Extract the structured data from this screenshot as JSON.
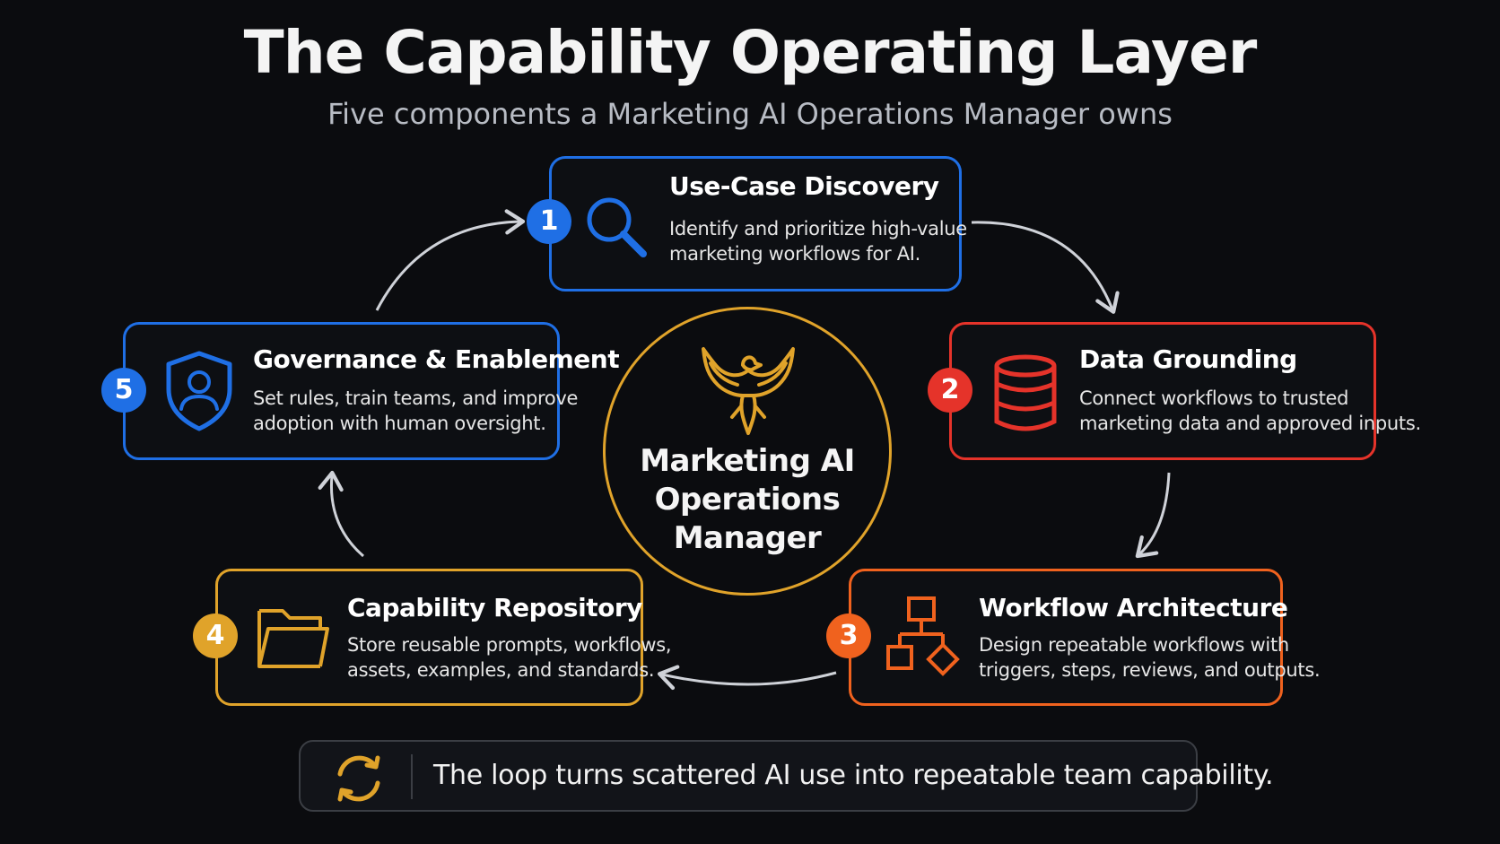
{
  "header": {
    "title": "The Capability Operating Layer",
    "subtitle": "Five components a Marketing AI Operations Manager owns"
  },
  "hub": {
    "icon": "phoenix-bird-icon",
    "lines": [
      "Marketing AI",
      "Operations",
      "Manager"
    ],
    "color": "#e0a32a"
  },
  "components": [
    {
      "number": "1",
      "title": "Use-Case Discovery",
      "desc_lines": [
        "Identify and prioritize high-value",
        "marketing workflows for AI."
      ],
      "icon": "magnifying-glass-icon",
      "color": "#1f6fe5"
    },
    {
      "number": "2",
      "title": "Data Grounding",
      "desc_lines": [
        "Connect workflows to trusted",
        "marketing data and approved inputs."
      ],
      "icon": "database-icon",
      "color": "#e5332a"
    },
    {
      "number": "3",
      "title": "Workflow Architecture",
      "desc_lines": [
        "Design repeatable workflows with",
        "triggers, steps, reviews, and outputs."
      ],
      "icon": "workflow-diagram-icon",
      "color": "#f0621e"
    },
    {
      "number": "4",
      "title": "Capability Repository",
      "desc_lines": [
        "Store reusable prompts, workflows,",
        "assets, examples, and standards."
      ],
      "icon": "folder-icon",
      "color": "#e0a32a"
    },
    {
      "number": "5",
      "title": "Governance & Enablement",
      "desc_lines": [
        "Set rules, train teams, and improve",
        "adoption with human oversight."
      ],
      "icon": "shield-user-icon",
      "color": "#1f6fe5"
    }
  ],
  "footer": {
    "icon": "refresh-cycle-icon",
    "text": "The loop turns scattered AI use into repeatable team capability."
  },
  "colors": {
    "background": "#0b0c0f",
    "arrow": "#cfd2d8"
  }
}
